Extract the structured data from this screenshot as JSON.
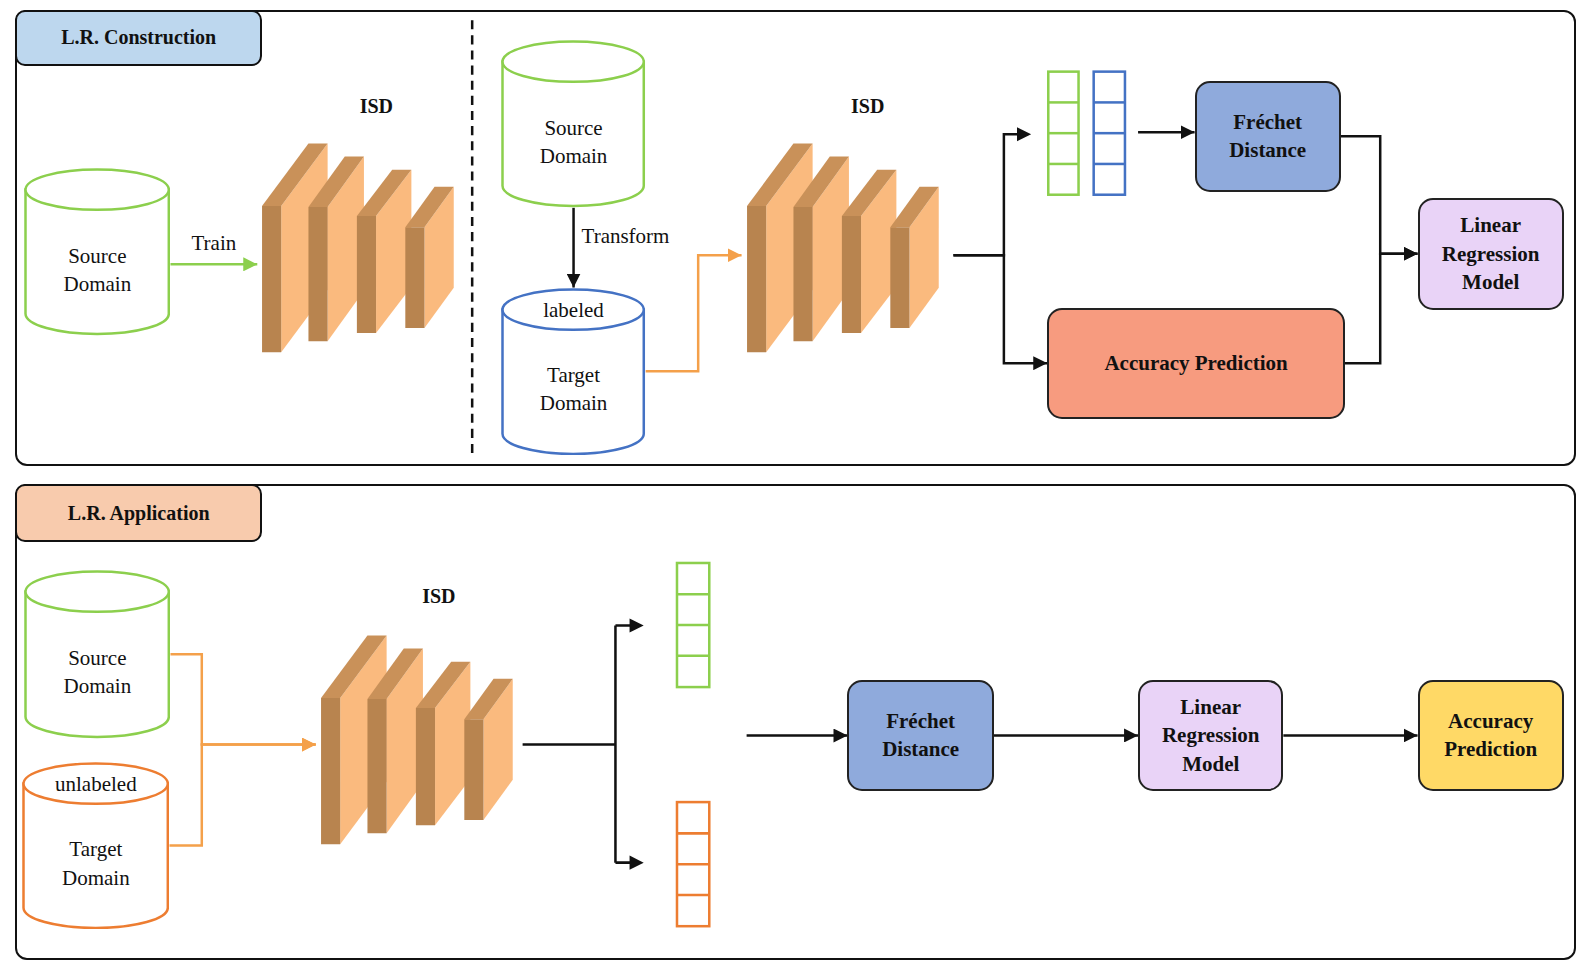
{
  "diagram": {
    "nodes": [
      {
        "text": [
          "L.R. Construction"
        ]
      },
      {
        "text": [
          "Source Domain"
        ],
        "in": 0
      },
      {
        "text": [
          "ISD"
        ],
        "in": 0
      },
      {
        "text": [
          "Source Domain"
        ],
        "in": 0
      },
      {
        "text": [
          "labeled",
          "Target Domain"
        ],
        "in": 0
      },
      {
        "text": [
          "ISD"
        ],
        "in": 0
      },
      {
        "text": [
          "Fréchet Distance"
        ],
        "in": 0
      },
      {
        "text": [
          "Accuracy Prediction"
        ],
        "in": 0
      },
      {
        "text": [
          "Linear Regression Model"
        ],
        "in": 0
      },
      {
        "text": [
          "L.R. Application"
        ]
      },
      {
        "text": [
          "Source Domain"
        ],
        "in": 9
      },
      {
        "text": [
          "unlabeled",
          "Target Domain"
        ],
        "in": 9
      },
      {
        "text": [
          "ISD"
        ],
        "in": 9
      },
      {
        "text": [
          "Fréchet Distance"
        ],
        "in": 9
      },
      {
        "text": [
          "Linear Regression Model"
        ],
        "in": 9
      },
      {
        "text": [
          "Accuracy Prediction"
        ],
        "in": 9
      }
    ],
    "edges": [
      {
        "from": 1,
        "to": 2,
        "arrow": "to",
        "label": "Train"
      },
      {
        "from": 3,
        "to": 4,
        "arrow": "to",
        "label": "Transform"
      },
      {
        "from": 4,
        "to": 5,
        "arrow": "to"
      },
      {
        "from": 5,
        "to": 6,
        "arrow": "to"
      },
      {
        "from": 5,
        "to": 7,
        "arrow": "to"
      },
      {
        "from": 6,
        "to": 8,
        "arrow": "to"
      },
      {
        "from": 7,
        "to": 8,
        "arrow": "to"
      },
      {
        "from": 10,
        "to": 12,
        "arrow": "to"
      },
      {
        "from": 11,
        "to": 12,
        "arrow": "to"
      },
      {
        "from": 12,
        "to": 13,
        "arrow": "to"
      },
      {
        "from": 13,
        "to": 14,
        "arrow": "to"
      },
      {
        "from": 14,
        "to": 15,
        "arrow": "to"
      }
    ]
  }
}
